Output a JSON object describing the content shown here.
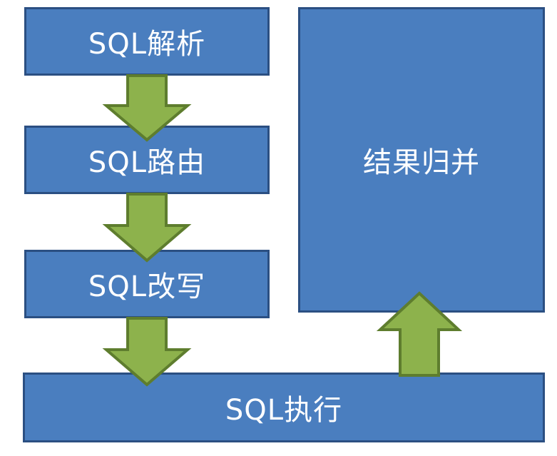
{
  "diagram": {
    "steps": {
      "parse": "SQL解析",
      "route": "SQL路由",
      "rewrite": "SQL改写",
      "execute": "SQL执行",
      "merge": "结果归并"
    },
    "colors": {
      "box_fill": "#4a7ebf",
      "box_border": "#2b4f82",
      "arrow_fill": "#8db24c",
      "arrow_border": "#5e7d2e",
      "text": "#ffffff"
    }
  }
}
